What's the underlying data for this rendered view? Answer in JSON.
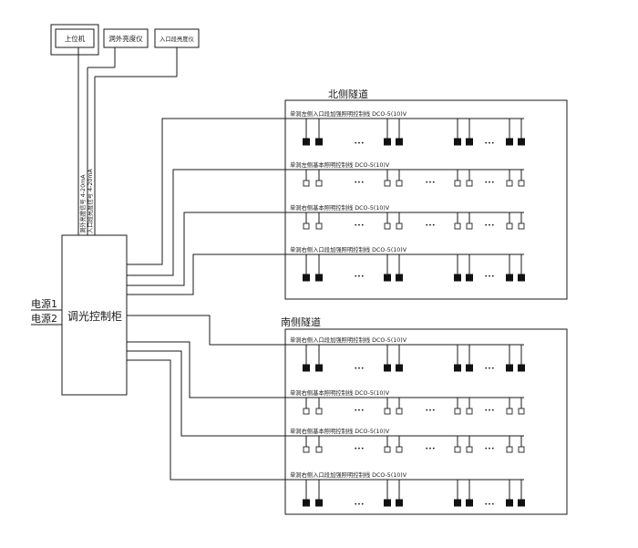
{
  "devices": {
    "host": "上位机",
    "outside_meter": "洞外亮度仪",
    "entrance_meter": "入口段亮度仪"
  },
  "signals": {
    "outside_signal": "洞外亮度信号 4-20mA",
    "entrance_signal": "入口段亮度信号 4-20mA"
  },
  "controller": {
    "label": "调光控制柜"
  },
  "power": {
    "source1": "电源1",
    "source2": "电源2"
  },
  "north": {
    "title": "北侧隧道",
    "lines": [
      {
        "label": "单洞左侧入口段加强照明控制线 DCO-5(10)V",
        "lamp_type": "filled"
      },
      {
        "label": "单洞左侧基本照明控制线 DCO-5(10)V",
        "lamp_type": "hollow"
      },
      {
        "label": "单洞右侧基本照明控制线 DCO-5(10)V",
        "lamp_type": "hollow"
      },
      {
        "label": "单洞右侧入口段加强照明控制线 DCO-5(10)V",
        "lamp_type": "filled"
      }
    ]
  },
  "south": {
    "title": "南侧隧道",
    "lines": [
      {
        "label": "单洞右侧入口段加强照明控制线 DCO-5(10)V",
        "lamp_type": "filled"
      },
      {
        "label": "单洞右侧基本照明控制线 DCO-5(10)V",
        "lamp_type": "hollow"
      },
      {
        "label": "单洞右侧基本照明控制线 DCO-5(10)V",
        "lamp_type": "hollow"
      },
      {
        "label": "单洞右侧入口段加强照明控制线 DCO-5(10)V",
        "lamp_type": "filled"
      }
    ]
  },
  "ellipsis": "•••"
}
